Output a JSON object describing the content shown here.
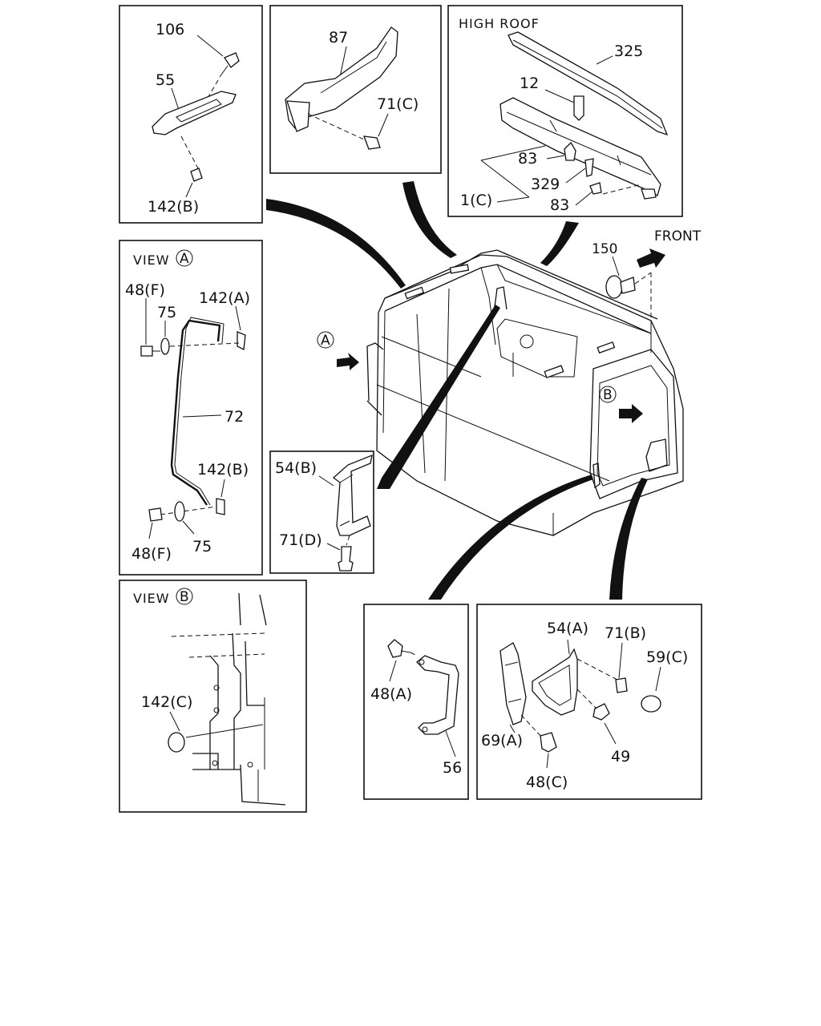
{
  "panels": {
    "roof_handle": {
      "labels": {
        "bolt": "106",
        "handle": "55",
        "clip": "142(B)"
      }
    },
    "grip_87": {
      "labels": {
        "grip": "87",
        "bolt": "71(C)"
      }
    },
    "high_roof": {
      "title": "HIGH ROOF",
      "labels": {
        "rail": "325",
        "screw": "12",
        "clip_a": "83",
        "rivet": "329",
        "assembly": "1(C)",
        "clip_b": "83"
      }
    },
    "view_a": {
      "title": "VIEW",
      "marker": "A",
      "labels": {
        "bolt_top": "48(F)",
        "washer_top": "75",
        "clip_top": "142(A)",
        "rod": "72",
        "clip_bottom": "142(B)",
        "bolt_bottom": "48(F)",
        "washer_bottom": "75"
      }
    },
    "grip_54b": {
      "labels": {
        "grip": "54(B)",
        "bolt": "71(D)"
      }
    },
    "view_b": {
      "title": "VIEW",
      "marker": "B",
      "labels": {
        "plug": "142(C)"
      }
    },
    "strap": {
      "labels": {
        "bolt": "48(A)",
        "strap": "56"
      }
    },
    "step_grip": {
      "labels": {
        "grip": "54(A)",
        "bolt": "71(B)",
        "cap": "59(C)",
        "bracket": "69(A)",
        "nut": "49",
        "bolt_bottom": "48(C)"
      }
    }
  },
  "main": {
    "front_label": "FRONT",
    "part_150": "150",
    "callout_a": "A",
    "callout_b": "B"
  }
}
